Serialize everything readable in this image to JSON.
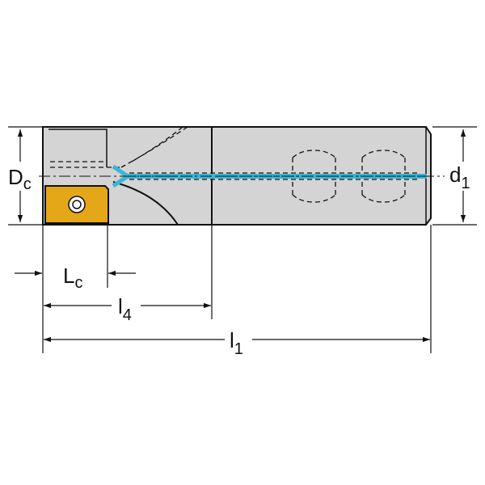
{
  "diagram": {
    "labels": {
      "Dc_main": "D",
      "Dc_sub": "c",
      "d1_main": "d",
      "d1_sub": "1",
      "Lc_main": "L",
      "Lc_sub": "c",
      "l4_main": "l",
      "l4_sub": "4",
      "l1_main": "l",
      "l1_sub": "1"
    },
    "colors": {
      "body_fill": "#d4d4d4",
      "outline": "#111111",
      "insert_fill": "#e3a718",
      "coolant_channel": "#39b6d9",
      "dimension_line": "#111111"
    },
    "icons": {
      "insert_screw": "screw-icon",
      "dimension_arrow": "arrowhead"
    }
  }
}
